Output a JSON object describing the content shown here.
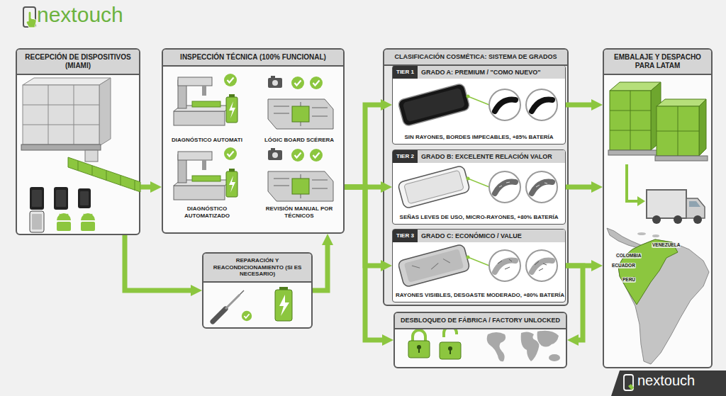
{
  "diagram": {
    "nodes": [
      {
        "text": [
          "RECEPCIÓN DE DISPOSITIVOS (MIAMI)"
        ]
      },
      {
        "text": [
          "INSPECCIÓN TÉCNICA (100% FUNCIONAL)"
        ]
      },
      {
        "text": [
          "REPARACIÓN Y REACONDICIONAMIENTO (SI ES NECESARIO)"
        ]
      },
      {
        "text": [
          "CLASIFICACIÓN COSMÉTICA: SISTEMA DE GRADOS"
        ]
      },
      {
        "text": [
          "TIER 1",
          "GRADO A: PREMIUM / \"COMO NUEVO\"",
          "SIN RAYONES, BORDES IMPECABLES, +85% BATERÍA"
        ],
        "in": 3
      },
      {
        "text": [
          "TIER 2",
          "GRADO B: EXCELENTE RELACIÓN VALOR",
          "SEÑAS LEVES DE USO, MICRO-RAYONES, +80% BATERÍA"
        ],
        "in": 3
      },
      {
        "text": [
          "TIER 3",
          "GRADO C: ECONÓMICO / VALUE",
          "RAYONES VISIBLES, DESGASTE MODERADO, +80% BATERÍA"
        ],
        "in": 3
      },
      {
        "text": [
          "DESBLOQUEO DE FÁBRICA / FACTORY UNLOCKED"
        ]
      },
      {
        "text": [
          "EMBALAJE Y DESPACHO PARA LATAM"
        ]
      }
    ],
    "edges": [
      {
        "from": 0,
        "to": 1,
        "arrow": "to"
      },
      {
        "from": 0,
        "to": 2,
        "arrow": "to"
      },
      {
        "from": 2,
        "to": 1,
        "arrow": "to"
      },
      {
        "from": 1,
        "to": 4,
        "arrow": "to"
      },
      {
        "from": 1,
        "to": 5,
        "arrow": "to"
      },
      {
        "from": 1,
        "to": 6,
        "arrow": "to"
      },
      {
        "from": 1,
        "to": 7,
        "arrow": "to"
      },
      {
        "from": 4,
        "to": 8,
        "arrow": "to"
      },
      {
        "from": 5,
        "to": 8,
        "arrow": "to"
      },
      {
        "from": 6,
        "to": 8,
        "arrow": "to"
      },
      {
        "from": 6,
        "to": 7,
        "arrow": "to"
      }
    ],
    "labels": [
      "nextouch",
      "DIAGNÓSTICO AUTOMATI",
      "LÓGIC BOARD SCÉRERA",
      "DIAGNÓSTICO AUTOMATIZADO",
      "REVISIÓN MANUAL POR TÉCNICOS",
      "VENEZUELA",
      "COLOMBIA",
      "ECUADOR",
      "PERÚ",
      "nextouch"
    ]
  }
}
